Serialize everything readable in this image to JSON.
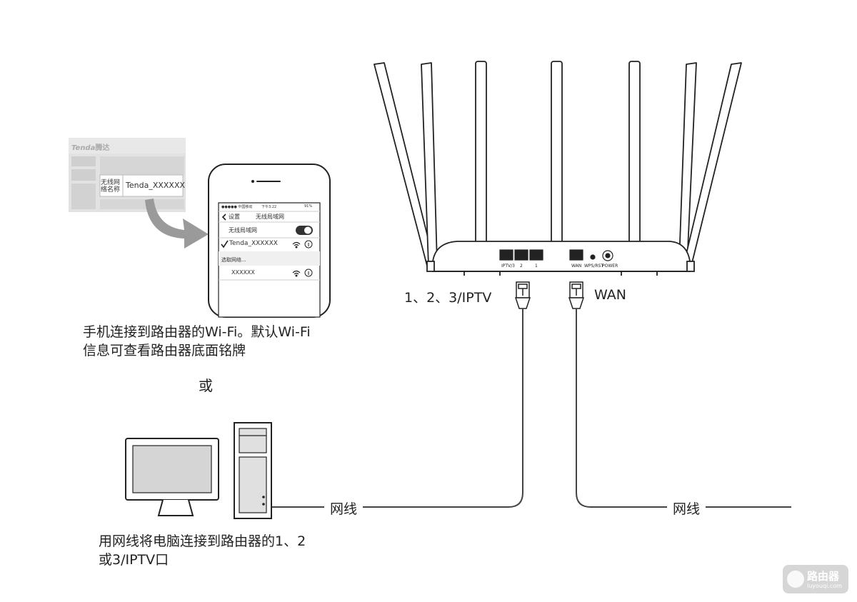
{
  "router": {
    "port_labels": {
      "iptv3": "IPTV/3",
      "p2": "2",
      "p1": "1",
      "wan": "WAN",
      "wps": "WPS/RST",
      "power": "POWER"
    },
    "lan_callout": "1、2、3/IPTV",
    "wan_callout": "WAN"
  },
  "label_card": {
    "brand": "Tenda",
    "brand_cn": "腾达",
    "ssid_label": "无线网络名称",
    "ssid_value": "Tenda_XXXXXX"
  },
  "phone": {
    "carrier": "●●●●● 中国移动",
    "time": "下午3:22",
    "battery": "91%",
    "back_label": "设置",
    "screen_title": "无线局域网",
    "wifi_toggle_label": "无线局域网",
    "connected_network": "Tenda_XXXXXX",
    "choose_network_label": "选取网络...",
    "other_network": "XXXXXX"
  },
  "captions": {
    "wifi_line1": "手机连接到路由器的Wi-Fi。默认Wi-Fi",
    "wifi_line2": "信息可查看路由器底面铭牌",
    "or": "或",
    "pc_line1": "用网线将电脑连接到路由器的1、2",
    "pc_line2": "或3/IPTV口"
  },
  "cables": {
    "lan_label": "网线",
    "wan_label": "网线"
  },
  "watermark": {
    "text": "路由器",
    "url": "luyouqi.com"
  }
}
